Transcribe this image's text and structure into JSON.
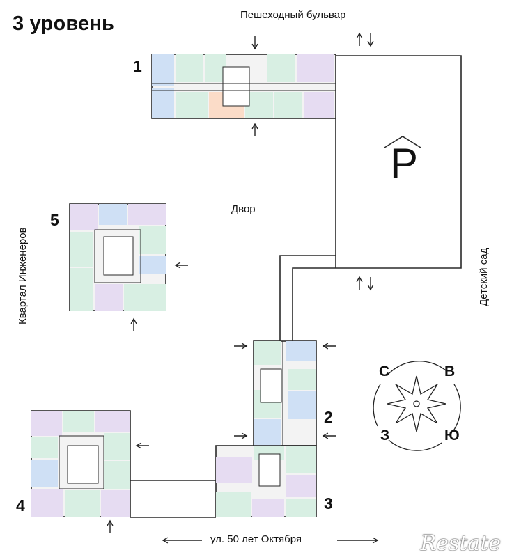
{
  "level_title": "3 уровень",
  "labels": {
    "top_street": "Пешеходный бульвар",
    "yard": "Двор",
    "left_block": "Квартал Инженеров",
    "right_area": "Детский сад",
    "bottom_street": "ул. 50 лет Октября",
    "parking": "P"
  },
  "buildings": [
    "1",
    "2",
    "3",
    "4",
    "5"
  ],
  "compass": {
    "north": "С",
    "east": "В",
    "south": "Ю",
    "west": "З"
  },
  "watermark": "Restate",
  "colors": {
    "line": "#2a2a2a",
    "apt_blue": "#cfe0f5",
    "apt_green": "#d8efe3",
    "apt_purple": "#e6dcf2",
    "apt_orange": "#fbdcc8",
    "apt_gray": "#f2f2f2"
  }
}
